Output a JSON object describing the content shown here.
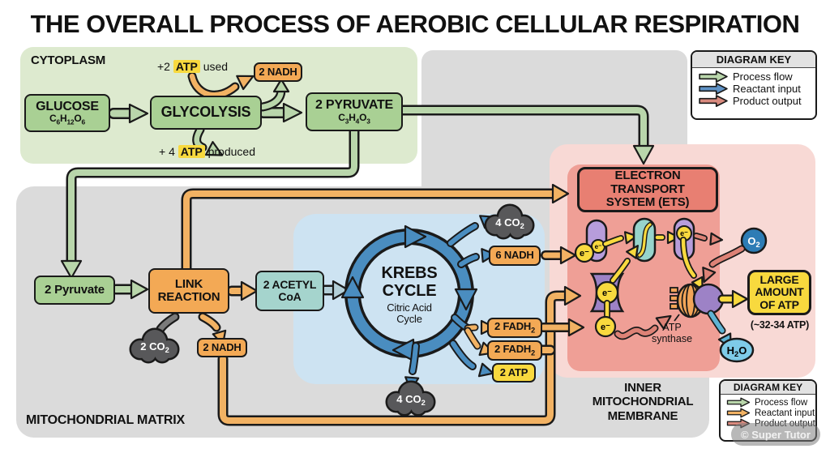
{
  "title": "THE OVERALL PROCESS OF AEROBIC CELLULAR RESPIRATION",
  "cytoplasm": {
    "label": "CYTOPLASM",
    "glucose_name": "GLUCOSE",
    "glucose_formula": "C6H12O6",
    "glycolysis": "GLYCOLYSIS",
    "atp_used_prefix": "+2",
    "atp_used_word": "ATP",
    "atp_used_suffix": "used",
    "atp_prod_prefix": "+ 4",
    "atp_prod_word": "ATP",
    "atp_prod_suffix": "produced",
    "nadh": "2 NADH",
    "pyruvate_name": "2 PYRUVATE",
    "pyruvate_formula": "C3H4O3"
  },
  "matrix": {
    "label": "MITOCHONDRIAL MATRIX",
    "pyruvate": "2 Pyruvate",
    "link_line1": "LINK",
    "link_line2": "REACTION",
    "co2": "2 CO2",
    "nadh": "2 NADH",
    "acetyl_line1": "2 ACETYL",
    "acetyl_line2": "CoA",
    "krebs_line1": "KREBS",
    "krebs_line2": "CYCLE",
    "krebs_sub1": "Citric Acid",
    "krebs_sub2": "Cycle",
    "out_co2_top": "4 CO2",
    "out_nadh": "6 NADH",
    "out_fadh2_1": "2 FADH2",
    "out_fadh2_2": "2 FADH2",
    "out_atp": "2 ATP",
    "out_co2_bottom": "4 CO2"
  },
  "ets": {
    "title_line1": "ELECTRON TRANSPORT",
    "title_line2": "SYSTEM (ETS)",
    "electron": "e⁻",
    "o2": "O2",
    "h2o": "H2O",
    "synthase_line1": "ATP",
    "synthase_line2": "synthase",
    "atp_line1": "LARGE",
    "atp_line2": "AMOUNT",
    "atp_line3": "OF ATP",
    "atp_note": "(~32-34 ATP)"
  },
  "membrane": {
    "line1": "INNER",
    "line2": "MITOCHONDRIAL",
    "line3": "MEMBRANE"
  },
  "key_top": {
    "title": "DIAGRAM KEY",
    "items": [
      {
        "label": "Process flow",
        "color": "#b9d6ab"
      },
      {
        "label": "Reactant input",
        "color": "#5e92c6"
      },
      {
        "label": "Product output",
        "color": "#d98a7e"
      }
    ]
  },
  "key_bottom": {
    "title": "DIAGRAM KEY",
    "items": [
      {
        "label": "Process flow",
        "color": "#b9d6ab"
      },
      {
        "label": "Reactant input",
        "color": "#f2b263"
      },
      {
        "label": "Product output",
        "color": "#d98a7e"
      }
    ]
  },
  "watermark": "© Super Tutor"
}
